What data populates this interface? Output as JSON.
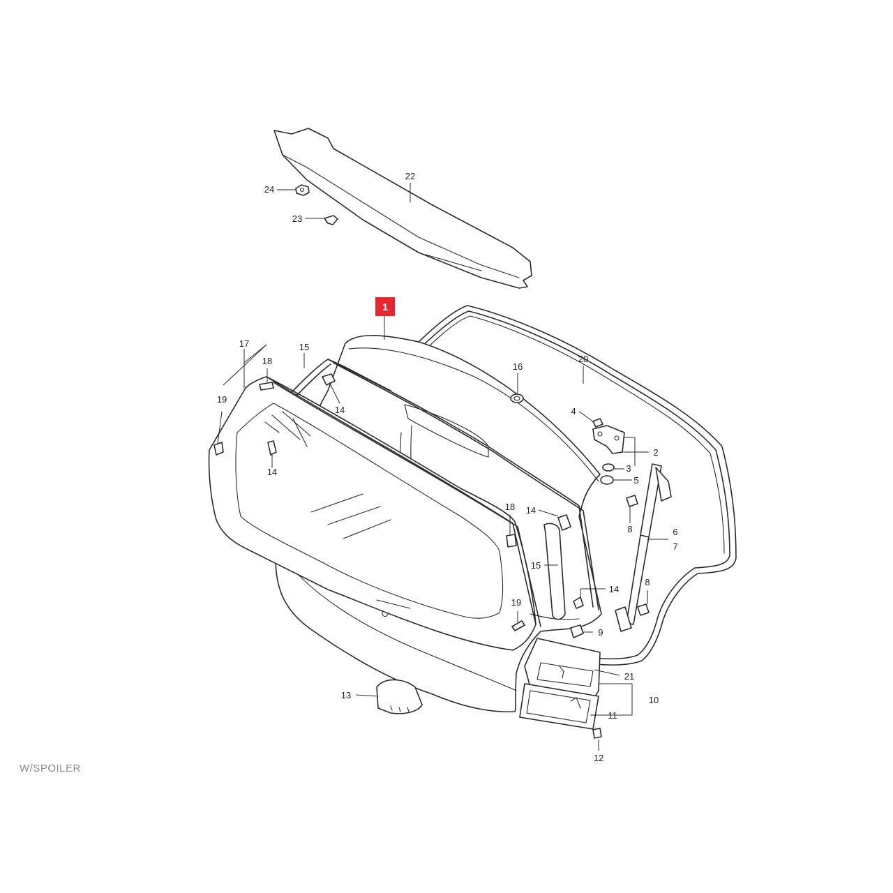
{
  "highlight_color": "#e8262f",
  "caption": "W/SPOILER",
  "callouts": {
    "c1": "1",
    "c2": "2",
    "c3": "3",
    "c4": "4",
    "c5": "5",
    "c6": "6",
    "c7": "7",
    "c8a": "8",
    "c8b": "8",
    "c9": "9",
    "c10": "10",
    "c11": "11",
    "c12": "12",
    "c13": "13",
    "c14a": "14",
    "c14b": "14",
    "c14c": "14",
    "c14d": "14",
    "c15a": "15",
    "c15b": "15",
    "c16": "16",
    "c17": "17",
    "c18a": "18",
    "c18b": "18",
    "c19a": "19",
    "c19b": "19",
    "c20": "20",
    "c21": "21",
    "c22": "22",
    "c23": "23",
    "c24": "24"
  }
}
